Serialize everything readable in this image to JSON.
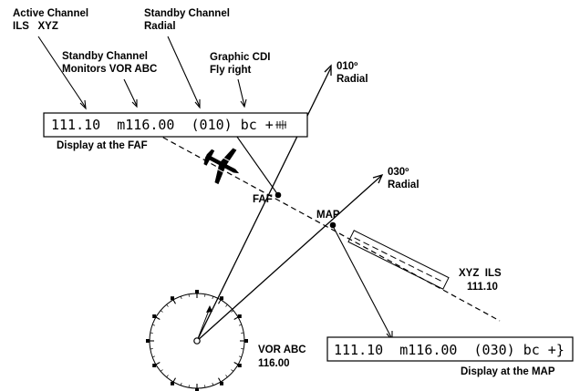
{
  "labels": {
    "active_channel_1": "Active Channel",
    "active_channel_2": "ILS   XYZ",
    "standby_radial_1": "Standby Channel",
    "standby_radial_2": "Radial",
    "standby_monitors_1": "Standby Channel",
    "standby_monitors_2": "Monitors VOR ABC",
    "graphic_cdi_1": "Graphic CDI",
    "graphic_cdi_2": "Fly right",
    "display_faf": "Display at the FAF",
    "display_map": "Display at the MAP",
    "radial_010_1": "010º",
    "radial_010_2": "Radial",
    "radial_030_1": "030º",
    "radial_030_2": "Radial",
    "faf": "FAF",
    "map": "MAP",
    "xyz_ils_1": "XYZ  ILS",
    "xyz_ils_2": "111.10",
    "vor_abc_1": "VOR ABC",
    "vor_abc_2": "116.00"
  },
  "displays": {
    "faf_text": "111.10  m116.00  (010) bc +",
    "map_text": "111.10  m116.00  (030) bc +}"
  }
}
